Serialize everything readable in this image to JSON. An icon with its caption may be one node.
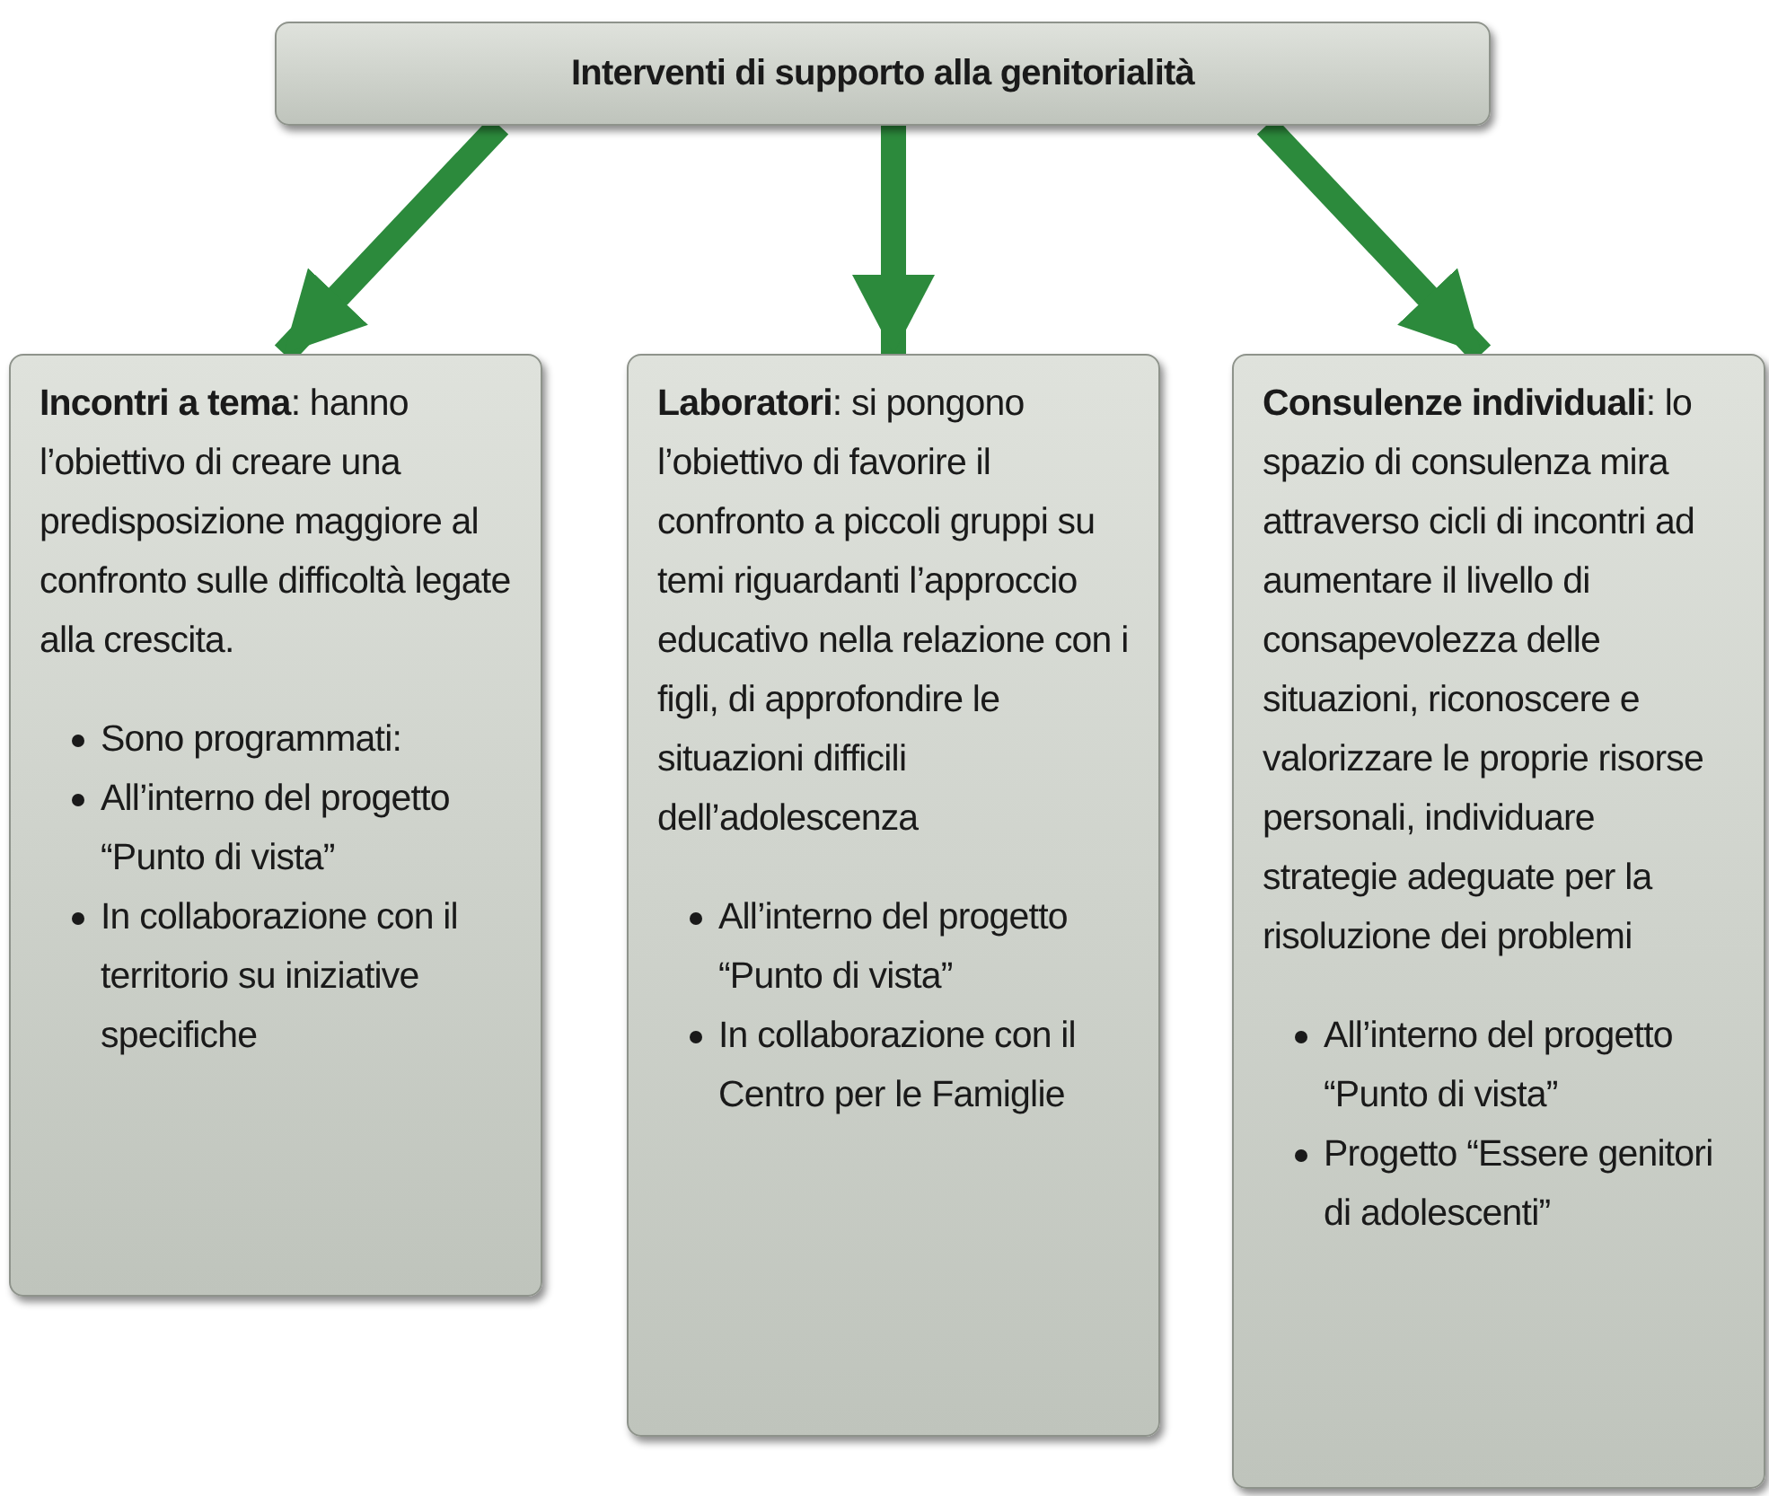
{
  "diagram": {
    "nodes": [
      {
        "text": [
          "Interventi di supporto alla genitorialità"
        ]
      },
      {
        "text": [
          "**Incontri a tema**: hanno l’obiettivo di creare una predisposizione maggiore al confronto sulle difficoltà legate alla crescita.",
          "Sono programmati:",
          "All’interno del progetto “Punto di vista”",
          "In collaborazione con il territorio su iniziative specifiche"
        ]
      },
      {
        "text": [
          "**Laboratori**: si pongono l’obiettivo di favorire il confronto a piccoli gruppi su temi riguardanti l’approccio educativo nella relazione con i figli, di approfondire le situazioni difficili dell’adolescenza",
          "All’interno del progetto “Punto di vista”",
          "In collaborazione con il Centro per le Famiglie"
        ]
      },
      {
        "text": [
          "**Consulenze individuali**: lo spazio di consulenza mira attraverso cicli di incontri ad aumentare il livello di consapevolezza delle situazioni, riconoscere e valorizzare le proprie risorse personali, individuare strategie adeguate per la risoluzione dei problemi",
          "All’interno del progetto “Punto di vista”",
          "Progetto “Essere genitori di adolescenti”"
        ]
      }
    ],
    "edges": [
      {
        "from": 0,
        "to": 1,
        "arrow": "to"
      },
      {
        "from": 0,
        "to": 2,
        "arrow": "to"
      },
      {
        "from": 0,
        "to": 3,
        "arrow": "to"
      }
    ]
  }
}
